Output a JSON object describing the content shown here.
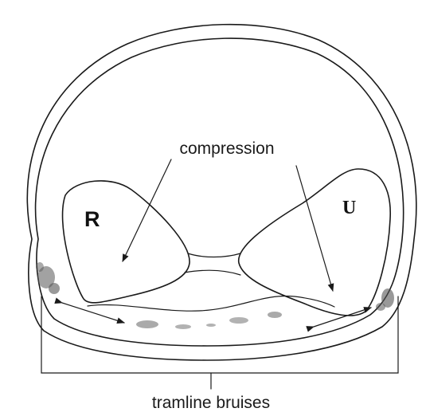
{
  "labels": {
    "compression": "compression",
    "tramline_bruises": "tramline bruises",
    "left_cord": "R",
    "right_cord": "U"
  }
}
